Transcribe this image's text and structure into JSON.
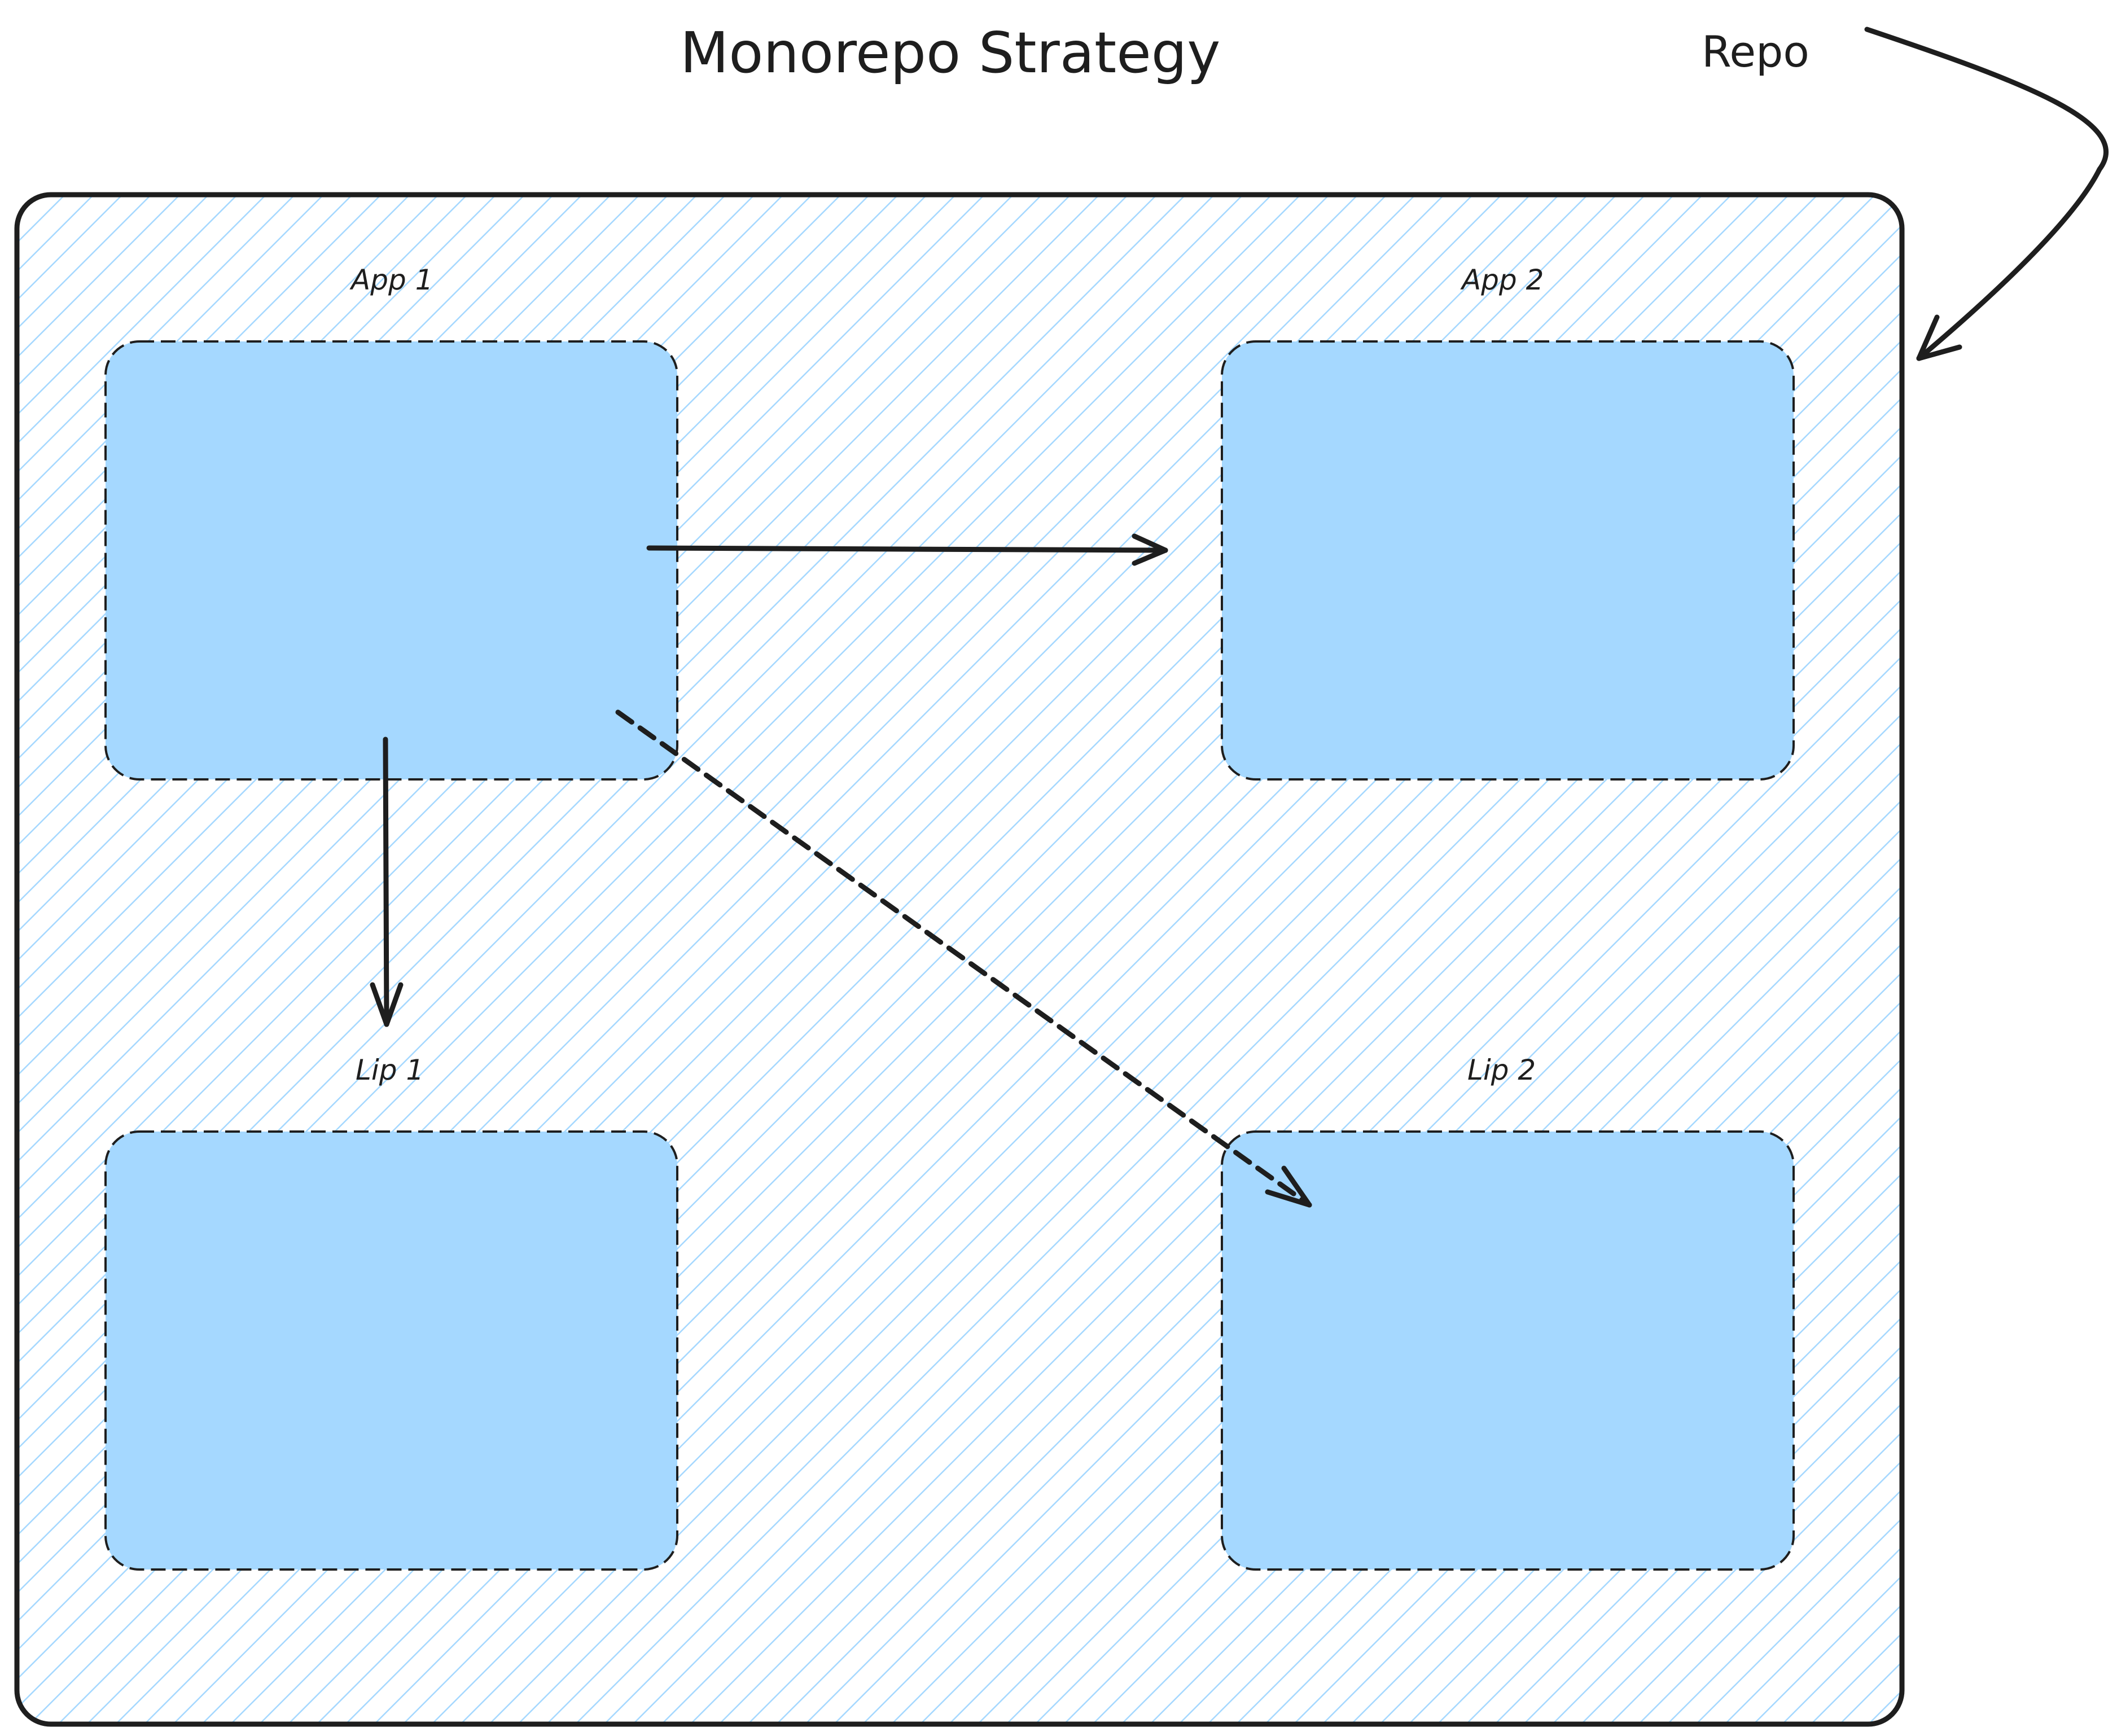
{
  "title": "Monorepo Strategy",
  "repo_label": "Repo",
  "boxes": [
    {
      "id": "app1",
      "label": "App 1"
    },
    {
      "id": "app2",
      "label": "App 2"
    },
    {
      "id": "lib1",
      "label": "Lip 1"
    },
    {
      "id": "lib2",
      "label": "Lip 2"
    }
  ],
  "edges": [
    {
      "from": "App 1",
      "to": "App 2",
      "style": "solid"
    },
    {
      "from": "App 1",
      "to": "Lip 1",
      "style": "solid"
    },
    {
      "from": "App 1",
      "to": "Lip 2",
      "style": "dashed"
    }
  ],
  "colors": {
    "box_fill": "#a5d8ff",
    "hatch": "#a5d8ff",
    "stroke": "#1e1e1e",
    "background": "#ffffff"
  }
}
